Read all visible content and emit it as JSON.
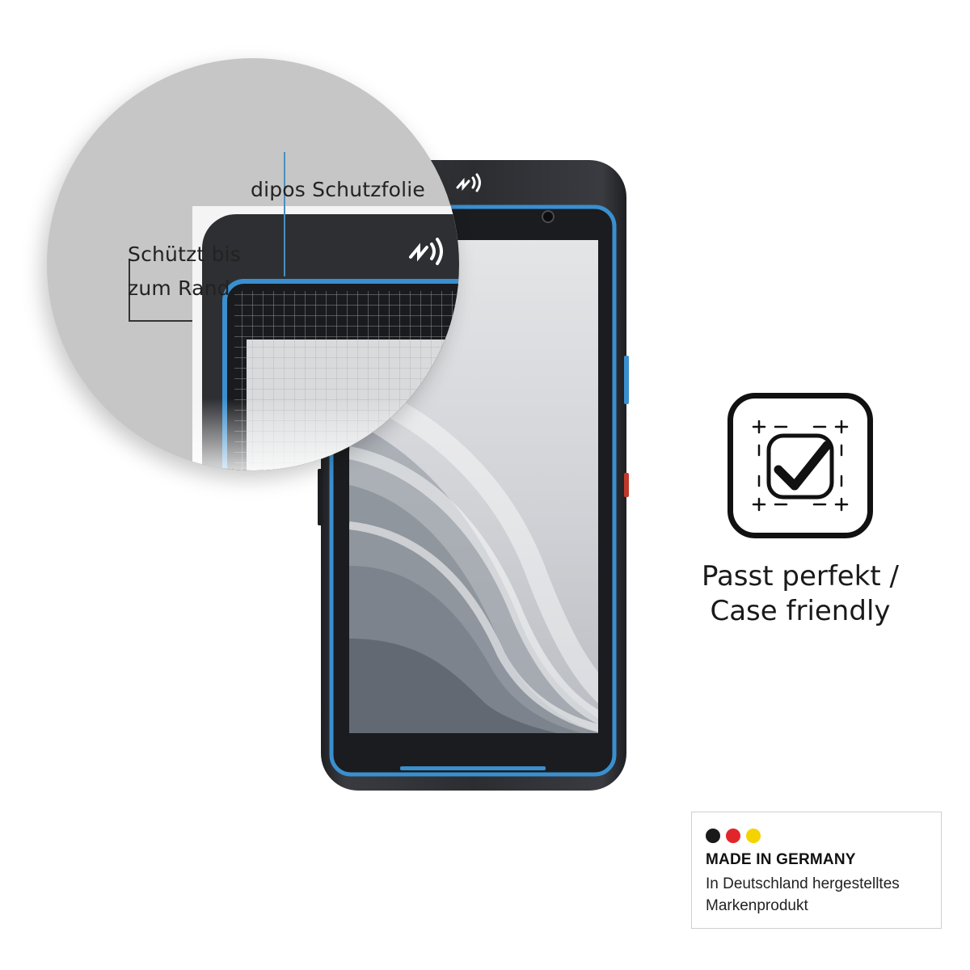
{
  "zoom_callout": {
    "foil_label": "dipos Schutzfolie",
    "edge_label": "Schützt bis zum Rand"
  },
  "feature": {
    "icon": "case-friendly-check-icon",
    "caption": "Passt perfekt / Case friendly"
  },
  "made_in_germany": {
    "flag_colors": [
      "#1a1a1a",
      "#e1262b",
      "#f5d300"
    ],
    "title": "MADE IN GERMANY",
    "subtitle": "In Deutschland hergestelltes Markenprodukt"
  },
  "colors": {
    "accent_bezel": "#3a8fcf",
    "phone_body": "#2b2c30",
    "screen_bg": "#c9ccd1"
  }
}
